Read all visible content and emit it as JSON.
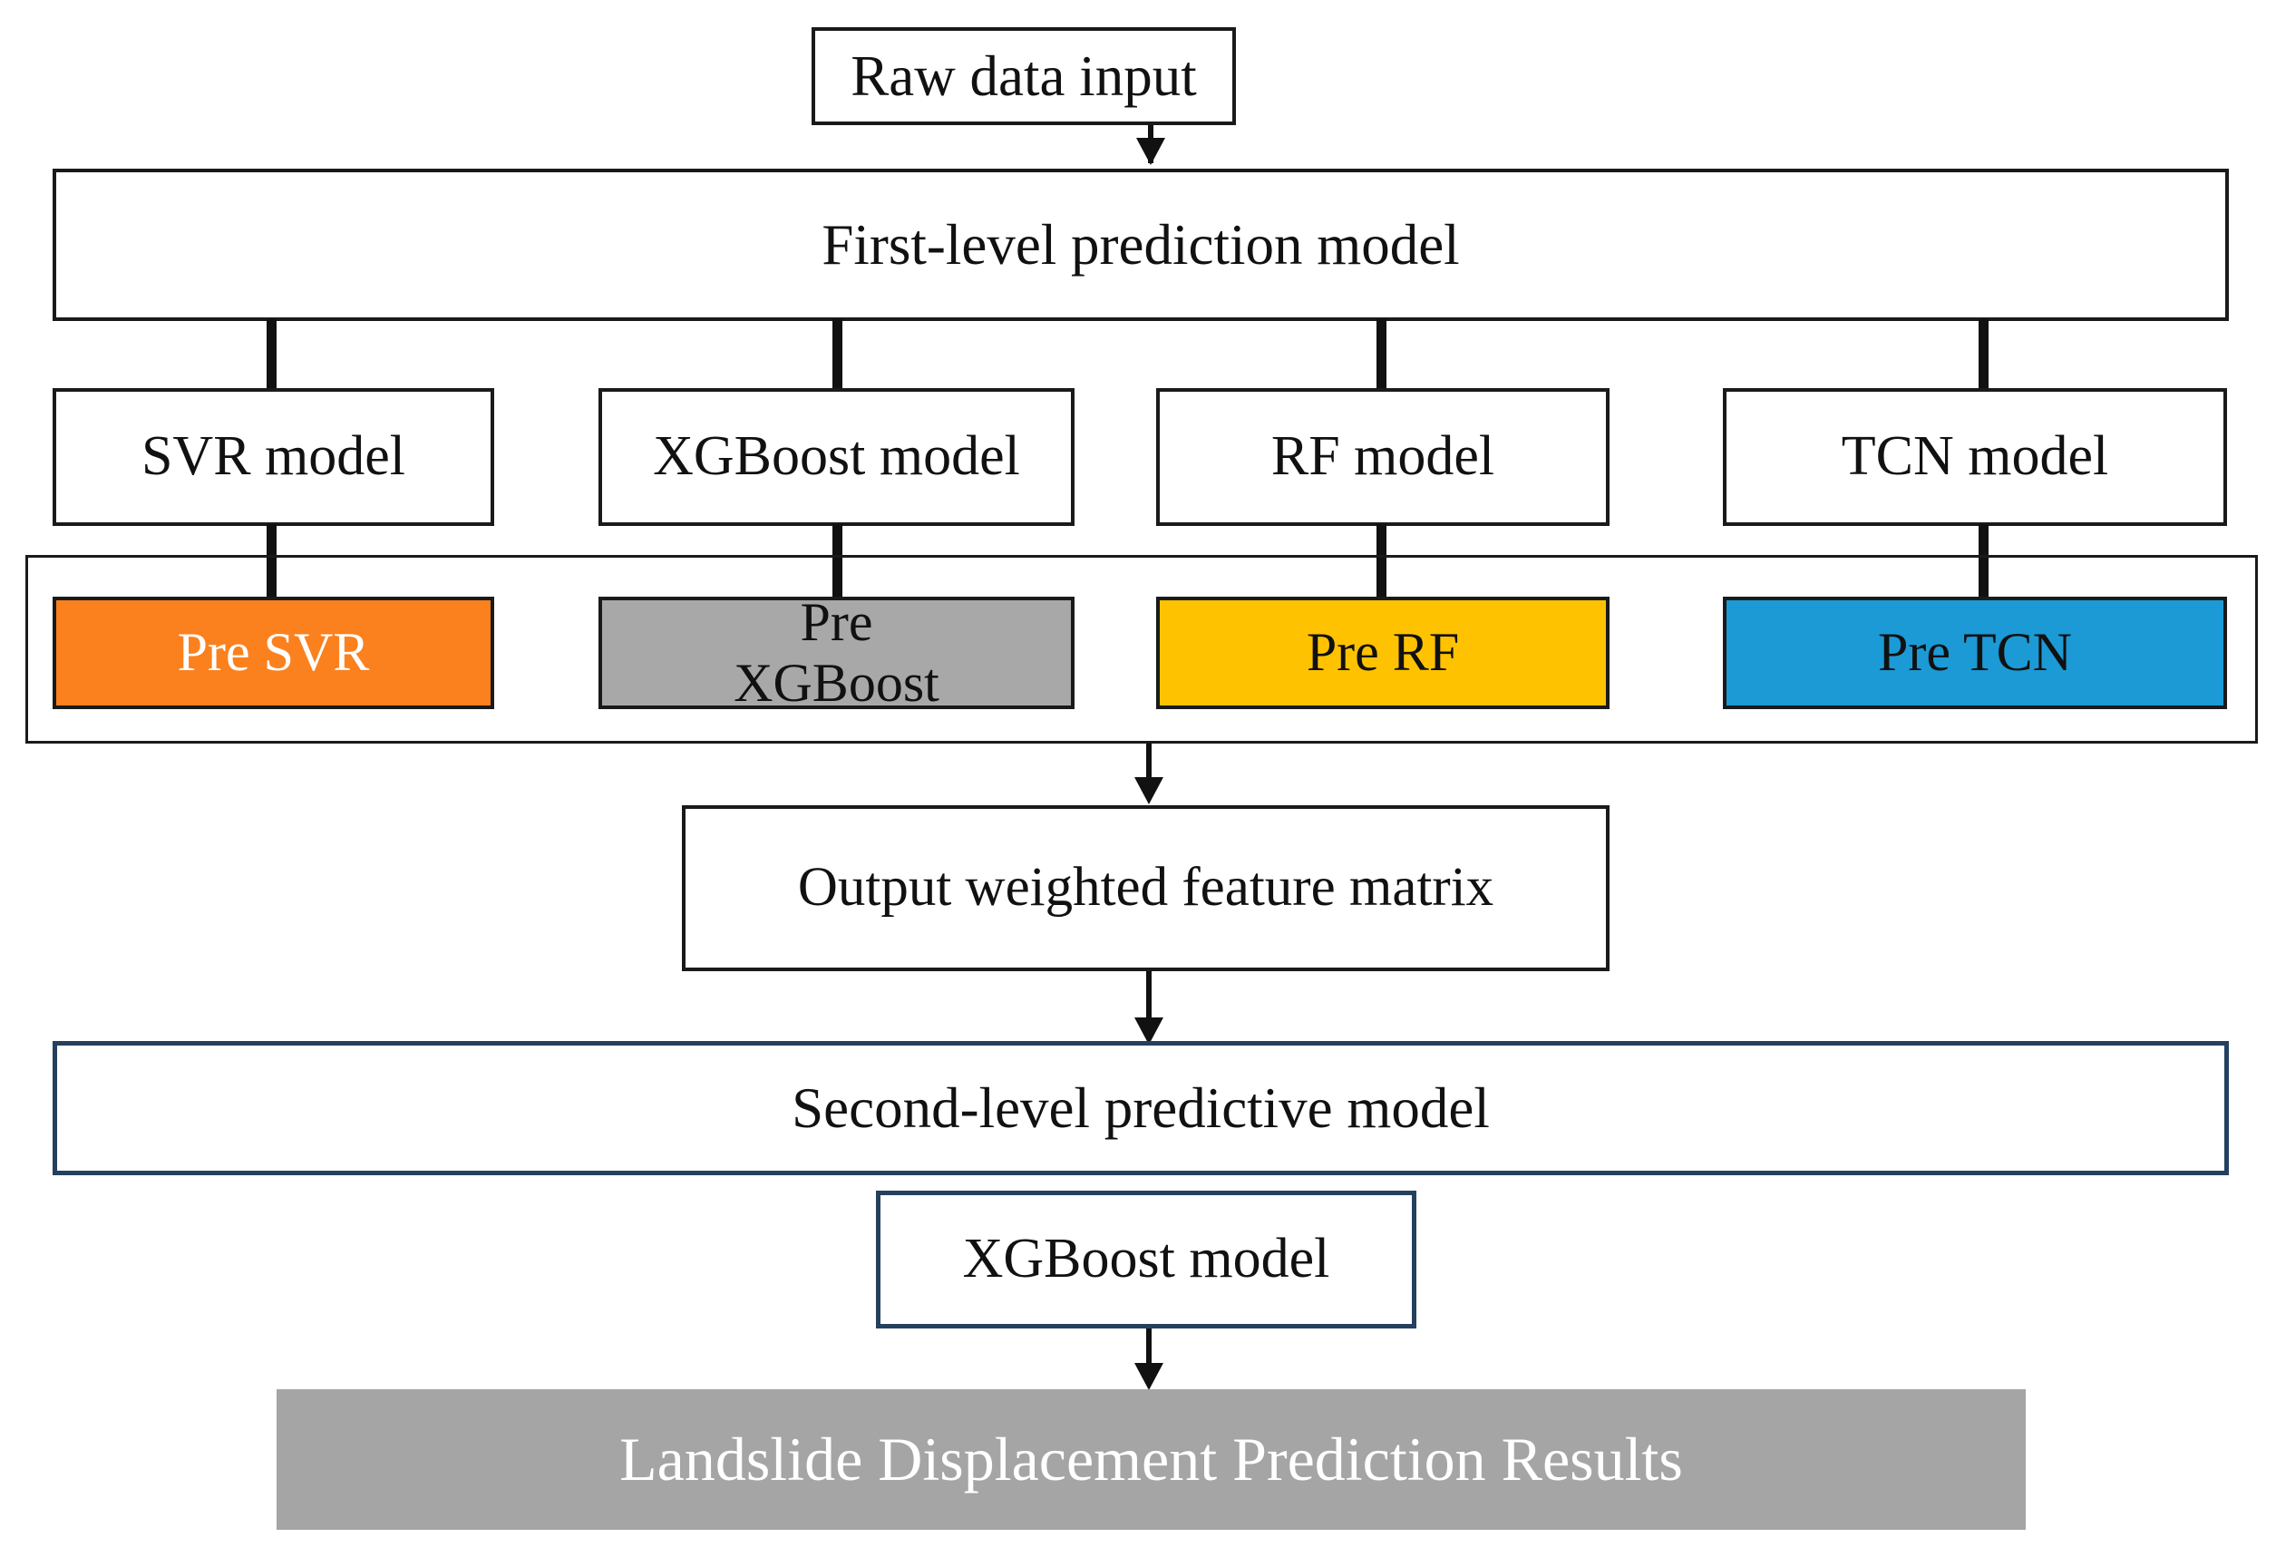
{
  "diagram": {
    "title": "Two-level stacking ensemble landslide displacement prediction flowchart",
    "nodes": {
      "raw_input": {
        "label": "Raw data input"
      },
      "first_level": {
        "label": "First-level prediction model"
      },
      "base_models": [
        {
          "label": "SVR model"
        },
        {
          "label": "XGBoost model"
        },
        {
          "label": "RF model"
        },
        {
          "label": "TCN model"
        }
      ],
      "predictions": [
        {
          "label": "Pre SVR",
          "color": "#FB811E",
          "text_color": "#FFFFFF"
        },
        {
          "label": "Pre\nXGBoost",
          "color": "#A8A8A8",
          "text_color": "#111111"
        },
        {
          "label": "Pre RF",
          "color": "#FFC200",
          "text_color": "#111111"
        },
        {
          "label": "Pre TCN",
          "color": "#1B9AD6",
          "text_color": "#111111"
        }
      ],
      "feature_matrix": {
        "label": "Output weighted feature matrix"
      },
      "second_level": {
        "label": "Second-level predictive model"
      },
      "meta_model": {
        "label": "XGBoost model"
      },
      "results": {
        "label": "Landslide Displacement Prediction Results"
      }
    },
    "colors": {
      "outline": "#1A1A1A",
      "navy_outline": "#24405F",
      "orange": "#FB811E",
      "gray": "#A8A8A8",
      "yellow": "#FFC200",
      "blue": "#1B9AD6",
      "results_bar": "#A5A5A5",
      "background": "#FFFFFF"
    }
  }
}
